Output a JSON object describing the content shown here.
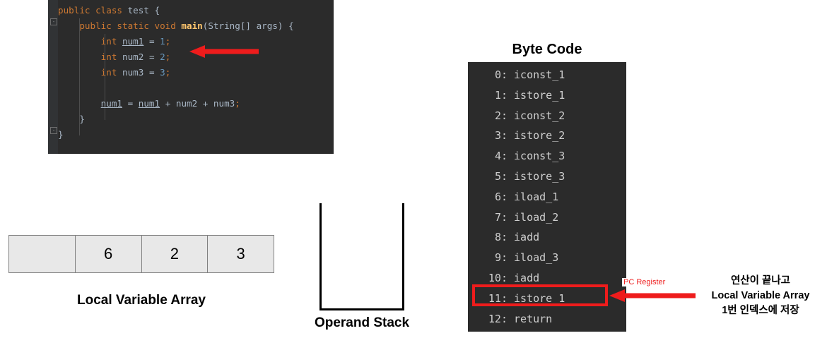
{
  "code_panel": {
    "language": "java",
    "lines": [
      [
        {
          "t": "public ",
          "c": "kw"
        },
        {
          "t": "class ",
          "c": "kw"
        },
        {
          "t": "test ",
          "c": "cls"
        },
        {
          "t": "{",
          "c": "pln"
        }
      ],
      [
        {
          "t": "    ",
          "c": "pln"
        },
        {
          "t": "public ",
          "c": "kw"
        },
        {
          "t": "static ",
          "c": "kw"
        },
        {
          "t": "void ",
          "c": "kw"
        },
        {
          "t": "main",
          "c": "mth"
        },
        {
          "t": "(String[] args) {",
          "c": "pln"
        }
      ],
      [
        {
          "t": "        ",
          "c": "pln"
        },
        {
          "t": "int ",
          "c": "kw"
        },
        {
          "t": "num1",
          "c": "pln und"
        },
        {
          "t": " = ",
          "c": "pln"
        },
        {
          "t": "1",
          "c": "num"
        },
        {
          "t": ";",
          "c": "kw"
        }
      ],
      [
        {
          "t": "        ",
          "c": "pln"
        },
        {
          "t": "int ",
          "c": "kw"
        },
        {
          "t": "num2",
          "c": "pln"
        },
        {
          "t": " = ",
          "c": "pln"
        },
        {
          "t": "2",
          "c": "num"
        },
        {
          "t": ";",
          "c": "kw"
        }
      ],
      [
        {
          "t": "        ",
          "c": "pln"
        },
        {
          "t": "int ",
          "c": "kw"
        },
        {
          "t": "num3",
          "c": "pln"
        },
        {
          "t": " = ",
          "c": "pln"
        },
        {
          "t": "3",
          "c": "num"
        },
        {
          "t": ";",
          "c": "kw"
        }
      ],
      [
        {
          "t": "",
          "c": "pln"
        }
      ],
      [
        {
          "t": "        ",
          "c": "pln"
        },
        {
          "t": "num1",
          "c": "pln und"
        },
        {
          "t": " = ",
          "c": "pln"
        },
        {
          "t": "num1",
          "c": "pln und"
        },
        {
          "t": " + num2 + num3",
          "c": "pln"
        },
        {
          "t": ";",
          "c": "kw"
        }
      ],
      [
        {
          "t": "    }",
          "c": "pln"
        }
      ],
      [
        {
          "t": "}",
          "c": "pln"
        }
      ]
    ],
    "fold_markers": [
      "-",
      "-"
    ]
  },
  "local_variable_array": {
    "label": "Local Variable Array",
    "cells": [
      "",
      "6",
      "2",
      "3"
    ]
  },
  "operand_stack": {
    "label": "Operand Stack",
    "items": []
  },
  "bytecode": {
    "title": "Byte Code",
    "instructions": [
      {
        "index": "0",
        "op": "iconst_1"
      },
      {
        "index": "1",
        "op": "istore_1"
      },
      {
        "index": "2",
        "op": "iconst_2"
      },
      {
        "index": "3",
        "op": "istore_2"
      },
      {
        "index": "4",
        "op": "iconst_3"
      },
      {
        "index": "5",
        "op": "istore_3"
      },
      {
        "index": "6",
        "op": "iload_1"
      },
      {
        "index": "7",
        "op": "iload_2"
      },
      {
        "index": "8",
        "op": "iadd"
      },
      {
        "index": "9",
        "op": "iload_3"
      },
      {
        "index": "10",
        "op": "iadd"
      },
      {
        "index": "11",
        "op": "istore_1"
      },
      {
        "index": "12",
        "op": "return"
      }
    ],
    "current_index": 11
  },
  "annotations": {
    "pc_register_label": "PC Register",
    "note_line1": "연산이 끝나고",
    "note_line2": "Local Variable Array",
    "note_line3": "1번 인덱스에 저장"
  },
  "colors": {
    "editor_bg": "#2b2b2b",
    "gutter_bg": "#313335",
    "keyword": "#cc7832",
    "number": "#6897bb",
    "plain": "#a9b7c6",
    "method": "#ffc66d",
    "accent_red": "#ee1c1c",
    "cell_fill": "#e8e8e8",
    "cell_border": "#808080"
  }
}
